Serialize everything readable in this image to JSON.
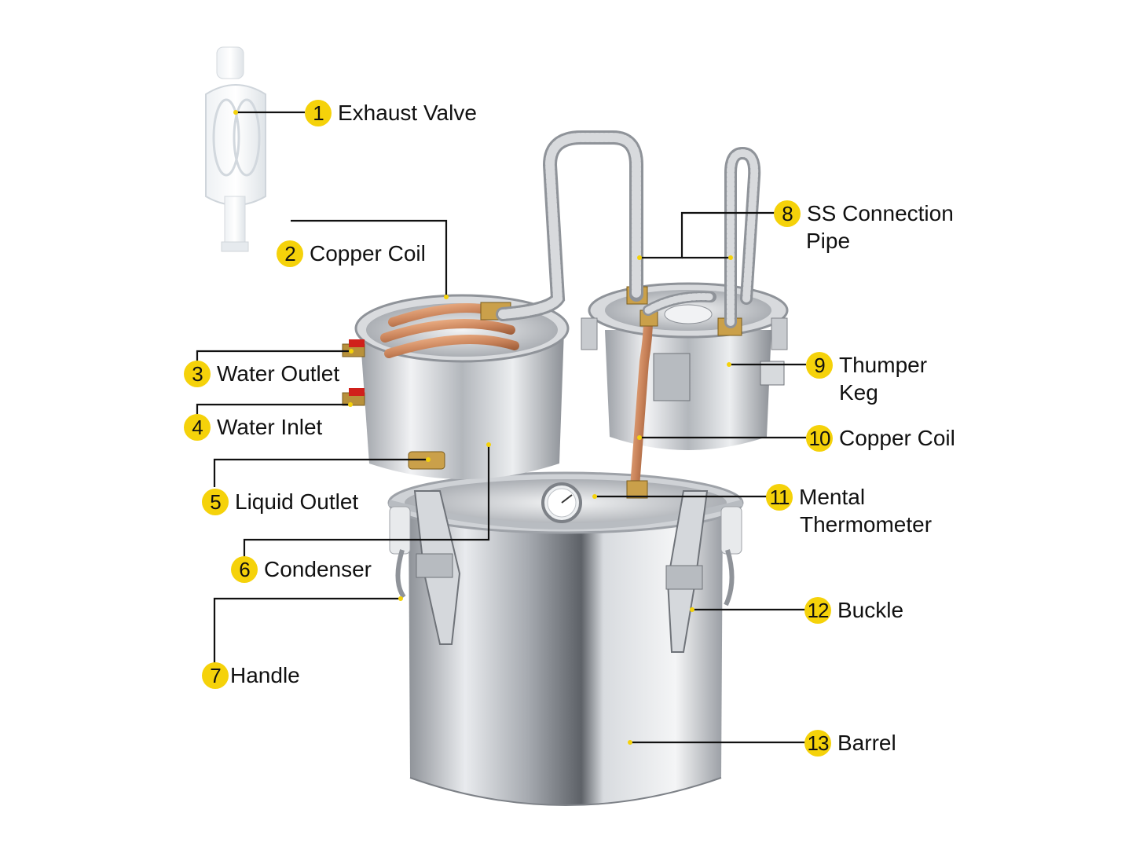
{
  "callouts": [
    {
      "num": "1",
      "text": "Exhaust Valve"
    },
    {
      "num": "2",
      "text": "Copper Coil"
    },
    {
      "num": "3",
      "text": "Water Outlet"
    },
    {
      "num": "4",
      "text": "Water Inlet"
    },
    {
      "num": "5",
      "text": "Liquid Outlet"
    },
    {
      "num": "6",
      "text": "Condenser"
    },
    {
      "num": "7",
      "text": "Handle"
    },
    {
      "num": "8",
      "text": "SS Connection",
      "text2": "Pipe"
    },
    {
      "num": "9",
      "text": "Thumper",
      "text2": "Keg"
    },
    {
      "num": "10",
      "text": "Copper Coil"
    },
    {
      "num": "11",
      "text": "Mental",
      "text2": "Thermometer"
    },
    {
      "num": "12",
      "text": "Buckle"
    },
    {
      "num": "13",
      "text": "Barrel"
    }
  ],
  "colors": {
    "badge": "#f5d20a",
    "steel": "#c9ccd0",
    "copper": "#c9835a",
    "leader": "#111111"
  }
}
